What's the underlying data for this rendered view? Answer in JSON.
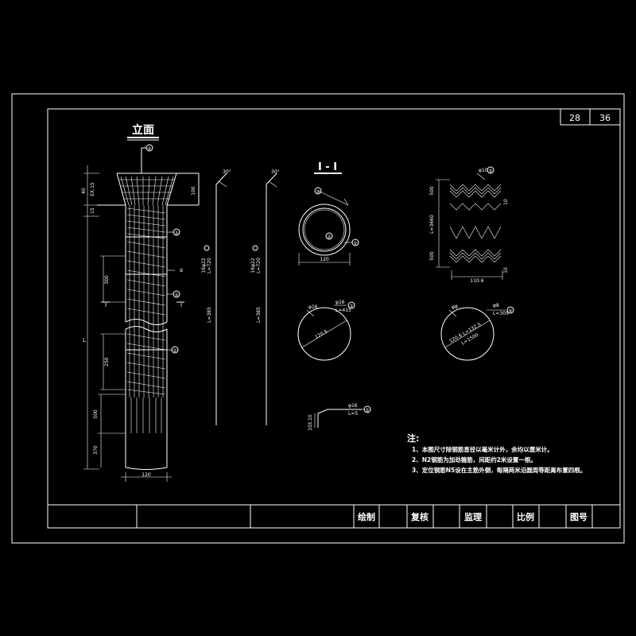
{
  "sheet": {
    "current": "28",
    "total": "36"
  },
  "views": {
    "elevation_title": "立面",
    "section_title": "I - I"
  },
  "callouts": [
    "①",
    "②",
    "③",
    "④",
    "⑤"
  ],
  "dims": {
    "top_40": "40",
    "top_ex": "EX.15",
    "top_15": "15",
    "top_100": "100",
    "d300": "300",
    "d250": "250",
    "d500": "500",
    "d370": "370",
    "d120": "120",
    "sec_120": "120",
    "bar_L": "L",
    "spec1": "16φ22",
    "spec1b": "L=720",
    "spec2": "16φ22",
    "spec2b": "L=720",
    "lower_L1": "L=385",
    "lower_L2": "L=385",
    "ang1": "30°",
    "ang2": "30°",
    "spiral_w": "110.6",
    "spiral_L": "L=3660",
    "spiral_top": "φ10",
    "c1": "φ16",
    "c1b": "L=415",
    "c2": "φ8",
    "c2b": "L=305",
    "c_dia1": "120.6",
    "c_dia2": "120.6 L=132.5",
    "c_dia2b": "L=1500",
    "small_w": "3.10",
    "small_h": "10",
    "small_label": "φ16",
    "small_L": "L=5",
    "side_10a": "10",
    "side_10b": "10",
    "mid_I": "I"
  },
  "notes": {
    "title": "注:",
    "lines": [
      "1、本图尺寸除钢筋直径以毫米计外，余均以厘米计。",
      "2、N2钢筋为加劲箍筋，间距约2米设置一根。",
      "3、定位钢筋N5设在主筋外侧，每隔两米沿圆周等距离布置四根。"
    ]
  },
  "titleblock": {
    "drawn": "绘制",
    "checked": "复核",
    "supervised": "监理",
    "scale": "比例",
    "drawing_no": "图号"
  }
}
